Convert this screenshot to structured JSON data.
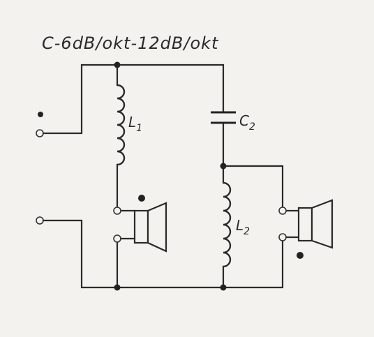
{
  "diagram": {
    "title": "C-6dB/okt-12dB/okt",
    "labels": {
      "l1": {
        "main": "L",
        "sub": "1"
      },
      "c2": {
        "main": "C",
        "sub": "2"
      },
      "l2": {
        "main": "L",
        "sub": "2"
      }
    },
    "colors": {
      "ink": "#2a2a2a",
      "paper": "#f3f2ee"
    }
  }
}
